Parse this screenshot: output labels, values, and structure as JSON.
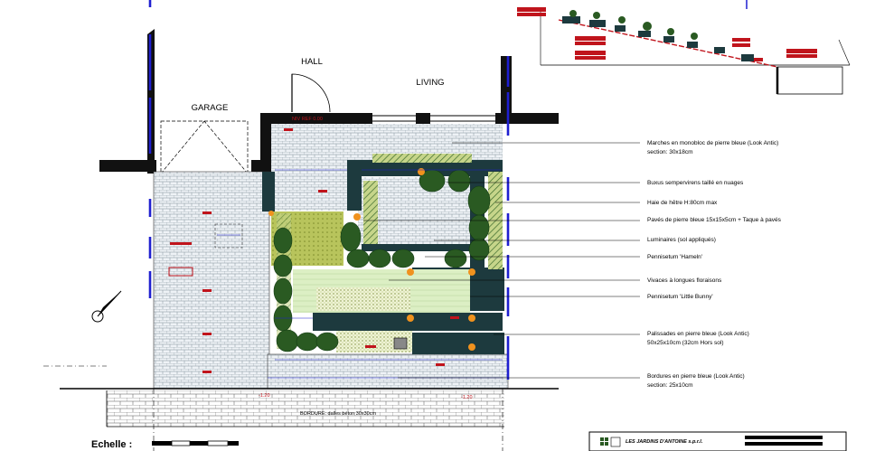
{
  "rooms": {
    "garage": "GARAGE",
    "hall": "HALL",
    "living": "LIVING"
  },
  "level_ref": "NIV REF 0.00",
  "legend": [
    {
      "line1": "Marches en monobloc de pierre bleue (Look Antic)",
      "line2": "section: 30x18cm"
    },
    {
      "line1": "Buxus sempervirens taillé en nuages",
      "line2": ""
    },
    {
      "line1": "Haie de hêtre H:80cm max",
      "line2": ""
    },
    {
      "line1": "Pavés de pierre bleue 15x15x5cm + Taque à pavés",
      "line2": ""
    },
    {
      "line1": "Luminaires (sol appliqués)",
      "line2": ""
    },
    {
      "line1": "Pennisetum 'Hameln'",
      "line2": ""
    },
    {
      "line1": "Vivaces à longues floraisons",
      "line2": ""
    },
    {
      "line1": "Pennisetum 'Little Bunny'",
      "line2": ""
    },
    {
      "line1": "Palissades en pierre bleue (Look Antic)",
      "line2": "50x25x10cm (32cm Hors sol)"
    },
    {
      "line1": "Bordures en pierre bleue (Look Antic)",
      "line2": "section: 25x10cm"
    }
  ],
  "scale_label": "Echelle :",
  "boundary_note": "BORDURE: dalles béton 30x30cm",
  "company": "LES JARDINS D'ANTOINE s.p.r.l.",
  "levels": {
    "bottom_left": "-1.20",
    "bottom_right": "-1.20"
  },
  "colors": {
    "wall": "#111111",
    "dim_blue": "#1f1fd0",
    "dark_teal": "#1d3a3e",
    "hedge": "#2a5a22",
    "grass": "#b4c257",
    "light_green": "#d8ecb8",
    "red_mark": "#c0141c",
    "light_orange": "#f0921e",
    "paving": "#e8eef4"
  }
}
